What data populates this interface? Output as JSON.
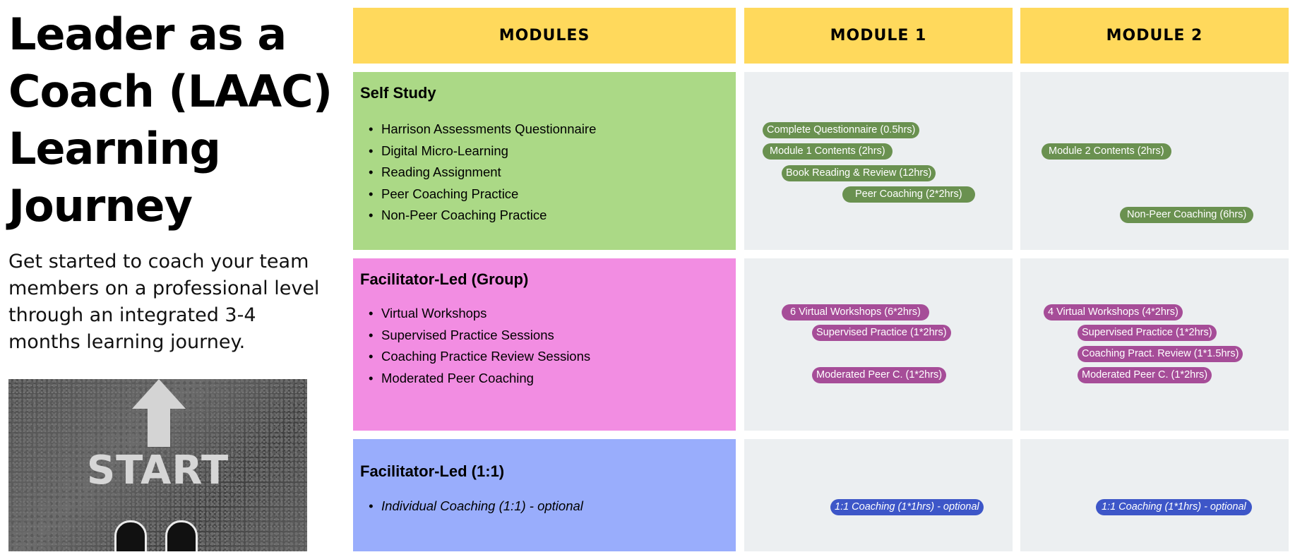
{
  "left": {
    "title": "Leader as a Coach (LAAC) Learning Journey",
    "subtitle": "Get started to coach your team members on a professional level through an integrated 3-4 months learning journey.",
    "photo_text": "START"
  },
  "headers": {
    "modules": "MODULES",
    "module1": "MODULE 1",
    "module2": "MODULE 2"
  },
  "sections": [
    {
      "title": "Self Study",
      "items": [
        "Harrison Assessments Questionnaire",
        "Digital Micro-Learning",
        "Reading Assignment",
        "Peer Coaching Practice",
        "Non-Peer Coaching Practice"
      ],
      "module1_pills": [
        "Complete Questionnaire  (0.5hrs)",
        "Module 1 Contents (2hrs)",
        "Book Reading & Review (12hrs)",
        "Peer Coaching (2*2hrs)"
      ],
      "module2_pills": [
        "Module 2 Contents (2hrs)",
        "Non-Peer Coaching (6hrs)"
      ]
    },
    {
      "title": "Facilitator-Led (Group)",
      "items": [
        "Virtual Workshops",
        "Supervised Practice Sessions",
        "Coaching Practice Review Sessions",
        "Moderated Peer Coaching"
      ],
      "module1_pills": [
        "6 Virtual Workshops (6*2hrs)",
        "Supervised Practice (1*2hrs)",
        "Moderated Peer C. (1*2hrs)"
      ],
      "module2_pills": [
        "4 Virtual Workshops (4*2hrs)",
        "Supervised Practice (1*2hrs)",
        "Coaching Pract. Review (1*1.5hrs)",
        "Moderated Peer C. (1*2hrs)"
      ]
    },
    {
      "title": "Facilitator-Led (1:1)",
      "items": [
        "Individual Coaching (1:1) - optional"
      ],
      "module1_pills": [
        "1:1 Coaching (1*1hrs) - optional"
      ],
      "module2_pills": [
        "1:1 Coaching (1*1hrs) - optional"
      ]
    }
  ],
  "colors": {
    "header": "#ffd95c",
    "self_study": "#abd986",
    "group": "#f28de2",
    "one_to_one": "#99adfc",
    "module_cell": "#eceff1",
    "pill_green": "#6a9150",
    "pill_purple": "#a64d98",
    "pill_blue": "#3d56c8"
  }
}
